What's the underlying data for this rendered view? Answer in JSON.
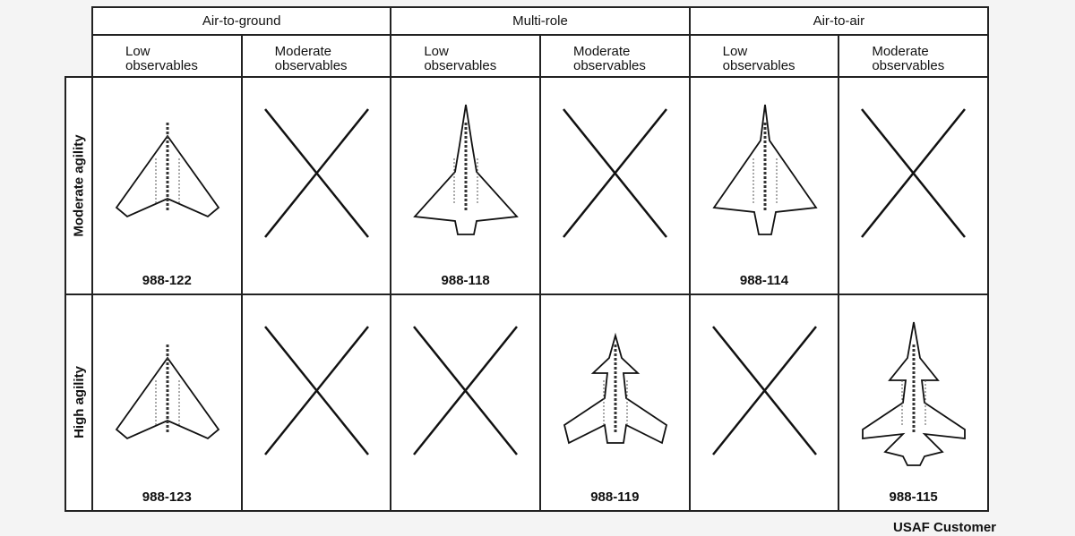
{
  "groups": [
    "Air-to-ground",
    "Multi-role",
    "Air-to-air"
  ],
  "subheaders": [
    "Low\nobservables",
    "Moderate\nobservables",
    "Low\nobservables",
    "Moderate\nobservables",
    "Low\nobservables",
    "Moderate\nobservables"
  ],
  "rows": [
    {
      "label": "Moderate agility",
      "cells": [
        {
          "type": "plane",
          "shape": "flying-wing",
          "label": "988-122"
        },
        {
          "type": "x"
        },
        {
          "type": "plane",
          "shape": "cranked-delta",
          "label": "988-118"
        },
        {
          "type": "x"
        },
        {
          "type": "plane",
          "shape": "delta",
          "label": "988-114"
        },
        {
          "type": "x"
        }
      ]
    },
    {
      "label": "High agility",
      "cells": [
        {
          "type": "plane",
          "shape": "flying-wing",
          "label": "988-123"
        },
        {
          "type": "x"
        },
        {
          "type": "x"
        },
        {
          "type": "plane",
          "shape": "canard-delta",
          "label": "988-119"
        },
        {
          "type": "x"
        },
        {
          "type": "plane",
          "shape": "canard-conventional",
          "label": "988-115"
        }
      ]
    }
  ],
  "footer": "USAF Customer"
}
